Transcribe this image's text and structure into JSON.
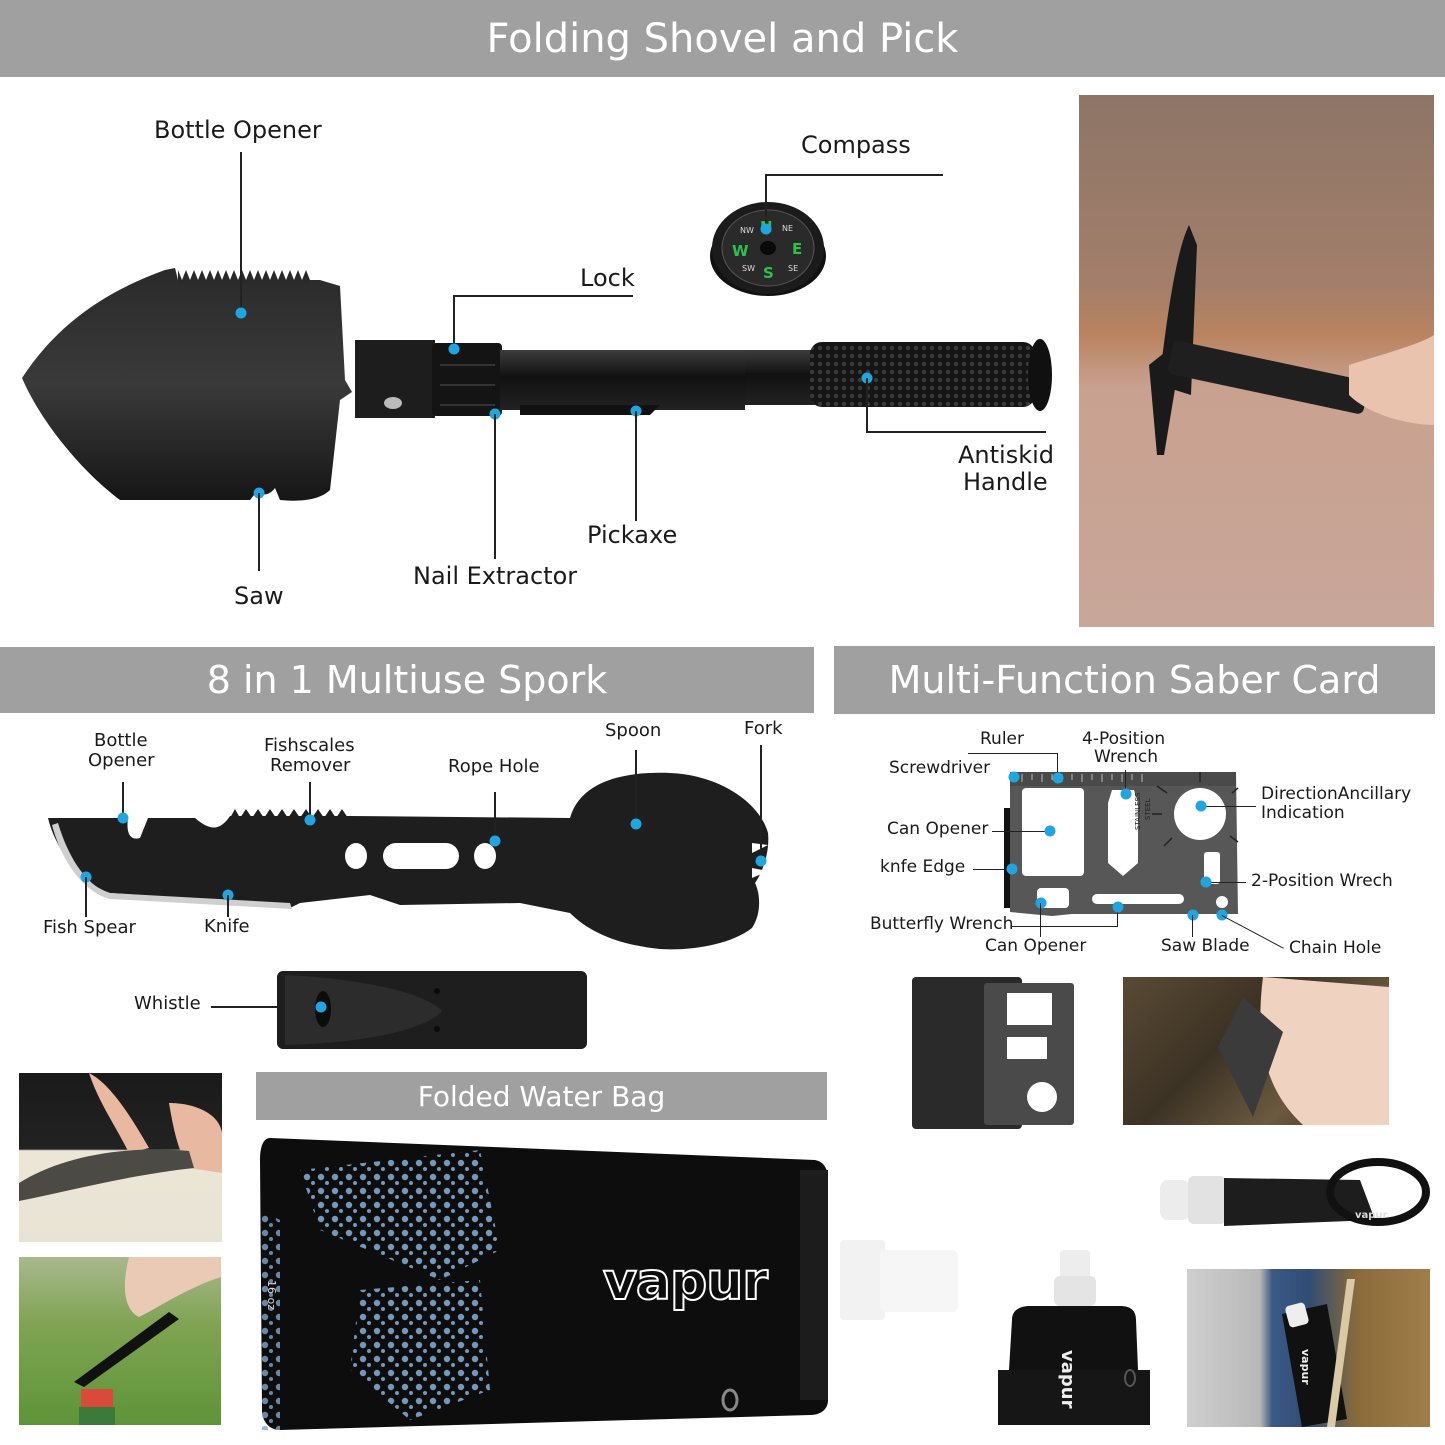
{
  "sections": {
    "shovel": {
      "title": "Folding Shovel and Pick",
      "labels": {
        "bottle_opener": "Bottle Opener",
        "compass": "Compass",
        "lock": "Lock",
        "antiskid_handle_1": "Antiskid",
        "antiskid_handle_2": "Handle",
        "pickaxe": "Pickaxe",
        "nail_extractor": "Nail Extractor",
        "saw": "Saw"
      },
      "compass_letters": {
        "n": "N",
        "e": "E",
        "s": "S",
        "w": "W",
        "ne": "NE",
        "nw": "NW",
        "se": "SE",
        "sw": "SW"
      }
    },
    "spork": {
      "title": "8 in 1 Multiuse Spork",
      "labels": {
        "bottle_opener_1": "Bottle",
        "bottle_opener_2": "Opener",
        "fishscales_1": "Fishscales",
        "fishscales_2": "Remover",
        "rope_hole": "Rope Hole",
        "spoon": "Spoon",
        "fork": "Fork",
        "fish_spear": "Fish Spear",
        "knife": "Knife",
        "whistle": "Whistle"
      }
    },
    "saber_card": {
      "title": "Multi-Function Saber Card",
      "labels": {
        "ruler": "Ruler",
        "four_position_1": "4-Position",
        "four_position_2": "Wrench",
        "screwdriver": "Screwdriver",
        "direction_1": "DirectionAncillary",
        "direction_2": "Indication",
        "can_opener_top": "Can Opener",
        "knife_edge": "knfe Edge",
        "two_position": "2-Position Wrech",
        "butterfly": "Butterfly Wrench",
        "can_opener_bottom": "Can Opener",
        "saw_blade": "Saw Blade",
        "chain_hole": "Chain Hole"
      },
      "card_text_1": "STAINLESS",
      "card_text_2": "STEEL"
    },
    "water_bag": {
      "title": "Folded Water Bag",
      "brand": "vapur",
      "capacity": "16 oz"
    }
  },
  "colors": {
    "banner_bg": "#a0a0a0",
    "banner_text": "#ffffff",
    "dot_accent": "#1fa6e0",
    "product_black": "#1c1c1c",
    "bag_pattern": "#7fa6cf"
  }
}
